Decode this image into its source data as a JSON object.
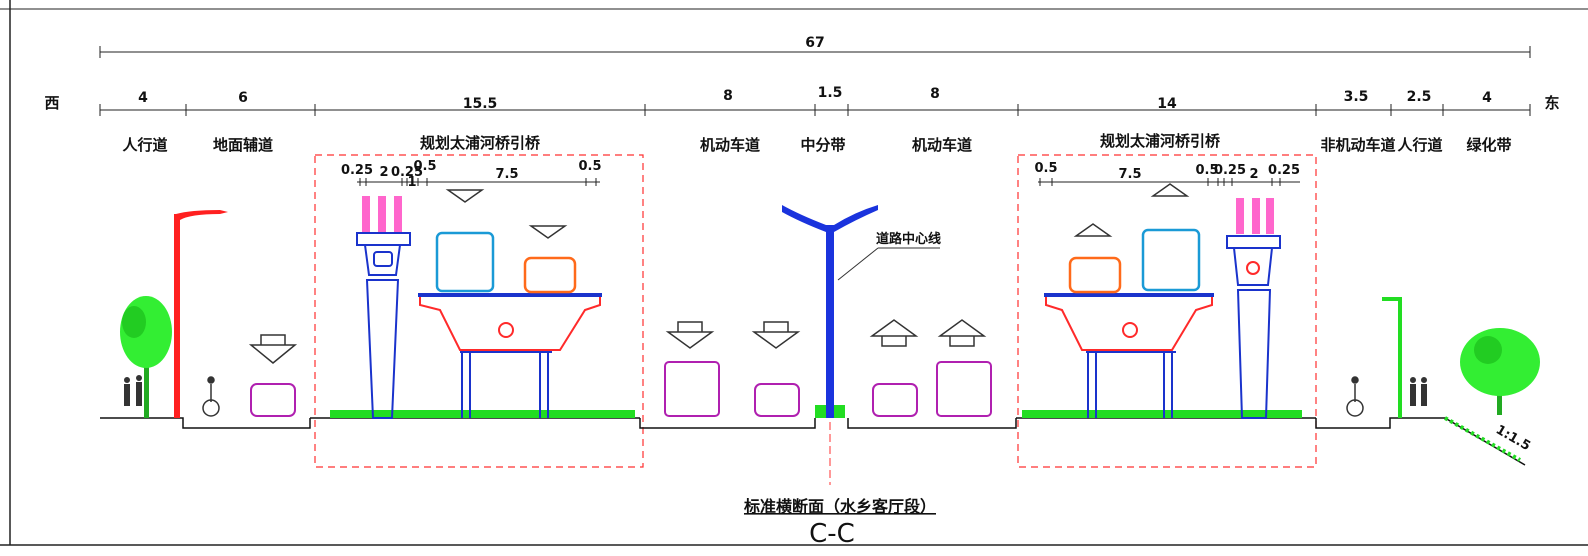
{
  "total_width": "67",
  "west": "西",
  "east": "东",
  "segments": [
    "4",
    "6",
    "15.5",
    "8",
    "1.5",
    "8",
    "14",
    "3.5",
    "2.5",
    "4"
  ],
  "lanes": [
    "人行道",
    "地面辅道",
    "规划太浦河桥引桥",
    "机动车道",
    "中分带",
    "机动车道",
    "规划太浦河桥引桥",
    "非机动车道",
    "人行道",
    "绿化带"
  ],
  "bridge_left_dims": [
    "0.25",
    "2",
    "0.25",
    "1",
    "0.5",
    "7.5",
    "0.5"
  ],
  "bridge_right_dims": [
    "0.5",
    "7.5",
    "0.5",
    "0.25",
    "2",
    "0.25"
  ],
  "center_line_label": "道路中心线",
  "slope_label": "1:1.5",
  "title": "标准横断面（水乡客厅段）",
  "section": "C-C",
  "colors": {
    "road": "#000000",
    "bridge": "#ff2a2a",
    "pier": "#1a33cc",
    "car": "#b020b0",
    "bus": "#1a9ad6",
    "orange": "#ff6a1a",
    "tree": "#22dd22",
    "box": "#ff3030"
  }
}
